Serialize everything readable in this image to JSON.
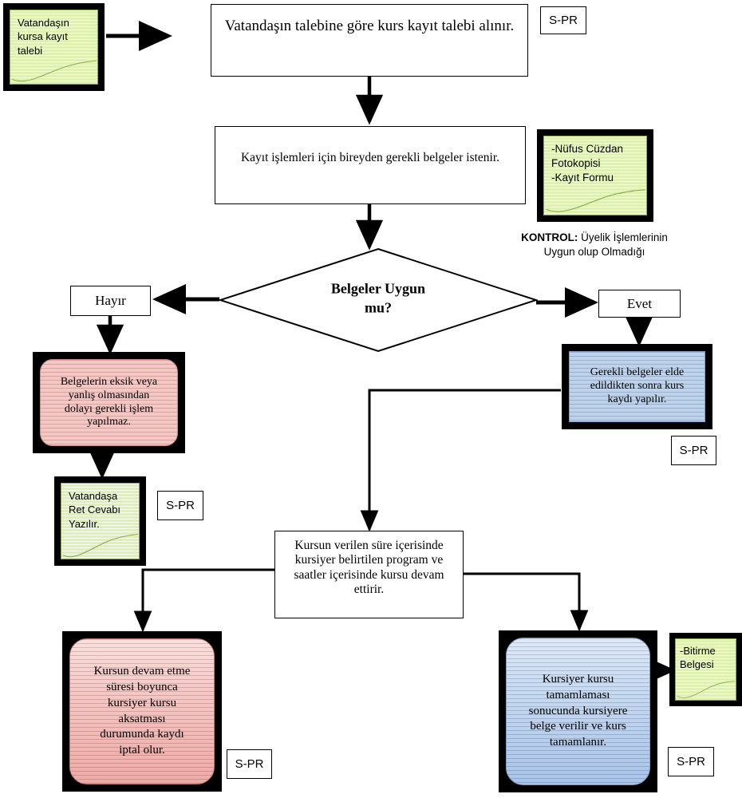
{
  "diagram": {
    "title": "Kurs Kayit Is Akis Semasi",
    "language": "tr",
    "colors": {
      "note_fill": "#dff0b4",
      "note_border": "#8aa84b",
      "pink_fill": "#f6c6c3",
      "blue_fill": "#bdd2ec",
      "frame": "#000000",
      "line": "#000000",
      "background": "#ffffff"
    }
  },
  "nodes": {
    "note_request": {
      "kind": "note",
      "text": "Vatandaşın\nkursa kayıt\ntalebi"
    },
    "process_take_request": {
      "kind": "process",
      "text": "Vatandaşın talebine göre kurs kayıt talebi alınır."
    },
    "tag_top": {
      "kind": "tag",
      "text": "S-PR"
    },
    "process_request_docs": {
      "kind": "process",
      "text": "Kayıt işlemleri için bireyden gerekli belgeler istenir."
    },
    "note_docs": {
      "kind": "note",
      "text": "-Nüfus Cüzdan\nFotokopisi\n-Kayıt Formu"
    },
    "caption_control": {
      "kind": "caption",
      "bold_prefix": "KONTROL:",
      "line1_rest": " Üyelik İşlemlerinin",
      "line2": "Uygun olup Olmadığı"
    },
    "decision_docs_ok": {
      "kind": "decision",
      "line1": "Belgeler Uygun",
      "line2": "mu?"
    },
    "label_no": {
      "kind": "tag",
      "text": "Hayır"
    },
    "label_yes": {
      "kind": "tag",
      "text": "Evet"
    },
    "box_rejected": {
      "kind": "colorbox",
      "color": "pink",
      "text": "Belgelerin eksik veya\nyanlış olmasından\ndolayı gerekli işlem\nyapılmaz."
    },
    "box_registered": {
      "kind": "colorbox",
      "color": "blue",
      "text": "Gerekli belgeler elde\nedildikten sonra kurs\nkaydı yapılır."
    },
    "tag_registered": {
      "kind": "tag",
      "text": "S-PR"
    },
    "note_rejection_letter": {
      "kind": "note",
      "text": "Vatandaşa\nRet Cevabı\nYazılır."
    },
    "tag_rejection": {
      "kind": "tag",
      "text": "S-PR"
    },
    "process_attend_course": {
      "kind": "process",
      "text": "Kursun verilen süre içerisinde kursiyer belirtilen program ve saatler içerisinde kursu devam ettirir."
    },
    "box_cancelled": {
      "kind": "colorbox",
      "color": "pink",
      "text": "Kursun devam etme\nsüresi boyunca\nkursiyer kursu\naksatması\ndurumunda kaydı\niptal olur."
    },
    "tag_cancelled": {
      "kind": "tag",
      "text": "S-PR"
    },
    "box_completed": {
      "kind": "colorbox",
      "color": "blue",
      "text": "Kursiyer kursu\ntamamlaması\nsonucunda kursiyere\nbelge verilir ve kurs\ntamamlanır."
    },
    "tag_completed": {
      "kind": "tag",
      "text": "S-PR"
    },
    "note_certificate": {
      "kind": "note",
      "text": "-Bitirme\nBelgesi"
    }
  }
}
